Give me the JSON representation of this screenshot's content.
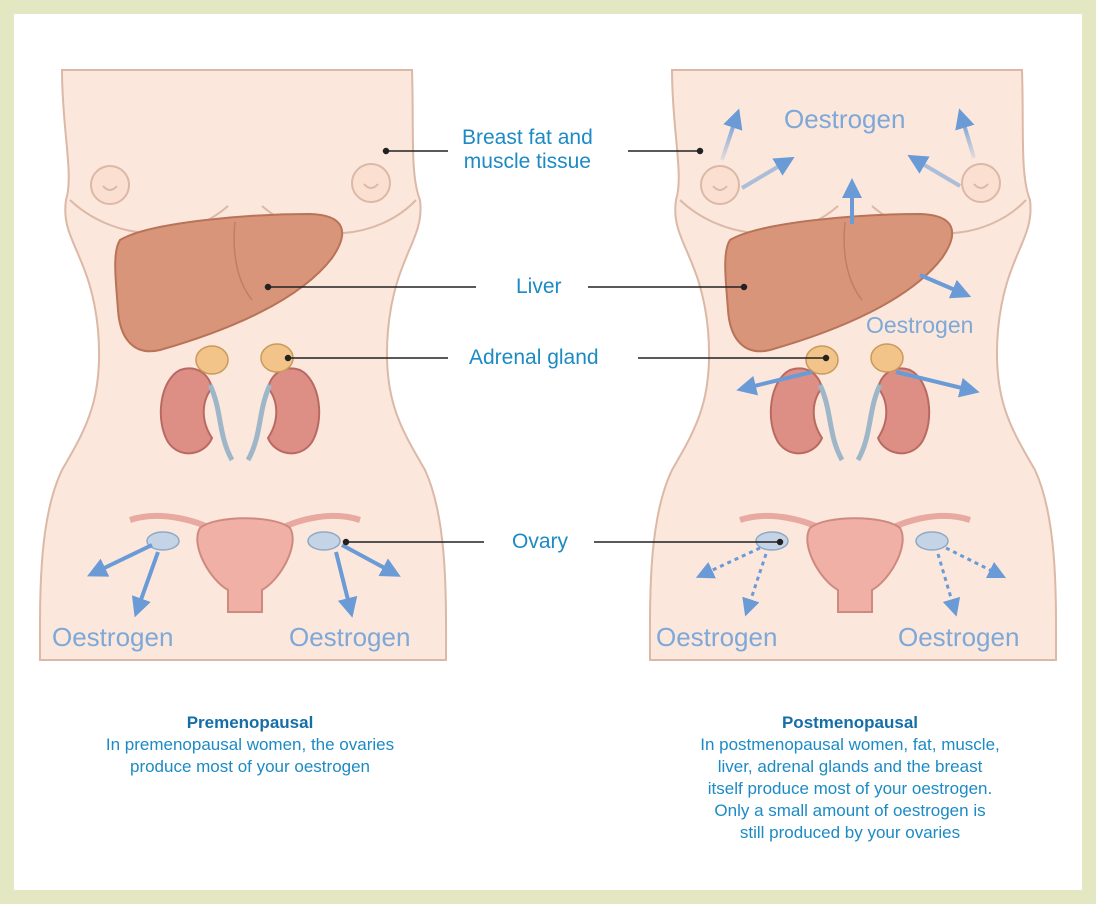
{
  "labels": {
    "breast": "Breast fat and\nmuscle tissue",
    "liver": "Liver",
    "adrenal": "Adrenal gland",
    "ovary": "Ovary"
  },
  "oestrogen": {
    "pre_left": "Oestrogen",
    "pre_right": "Oestrogen",
    "post_top": "Oestrogen",
    "post_liver": "Oestrogen",
    "post_left": "Oestrogen",
    "post_right": "Oestrogen"
  },
  "captions": {
    "pre": {
      "title": "Premenopausal",
      "text": "In premenopausal women, the ovaries\nproduce most of your oestrogen"
    },
    "post": {
      "title": "Postmenopausal",
      "text": "In postmenopausal women, fat, muscle,\nliver, adrenal glands and the breast\nitself produce most of your oestrogen.\nOnly a small amount of oestrogen is\nstill produced by your ovaries"
    }
  },
  "colors": {
    "frame": "#e3e8c2",
    "skin": "#fbe7dc",
    "liver": "#d9957a",
    "kidney": "#dd8f86",
    "arrow": "#6b9bd6",
    "label": "#1c8ac4"
  }
}
